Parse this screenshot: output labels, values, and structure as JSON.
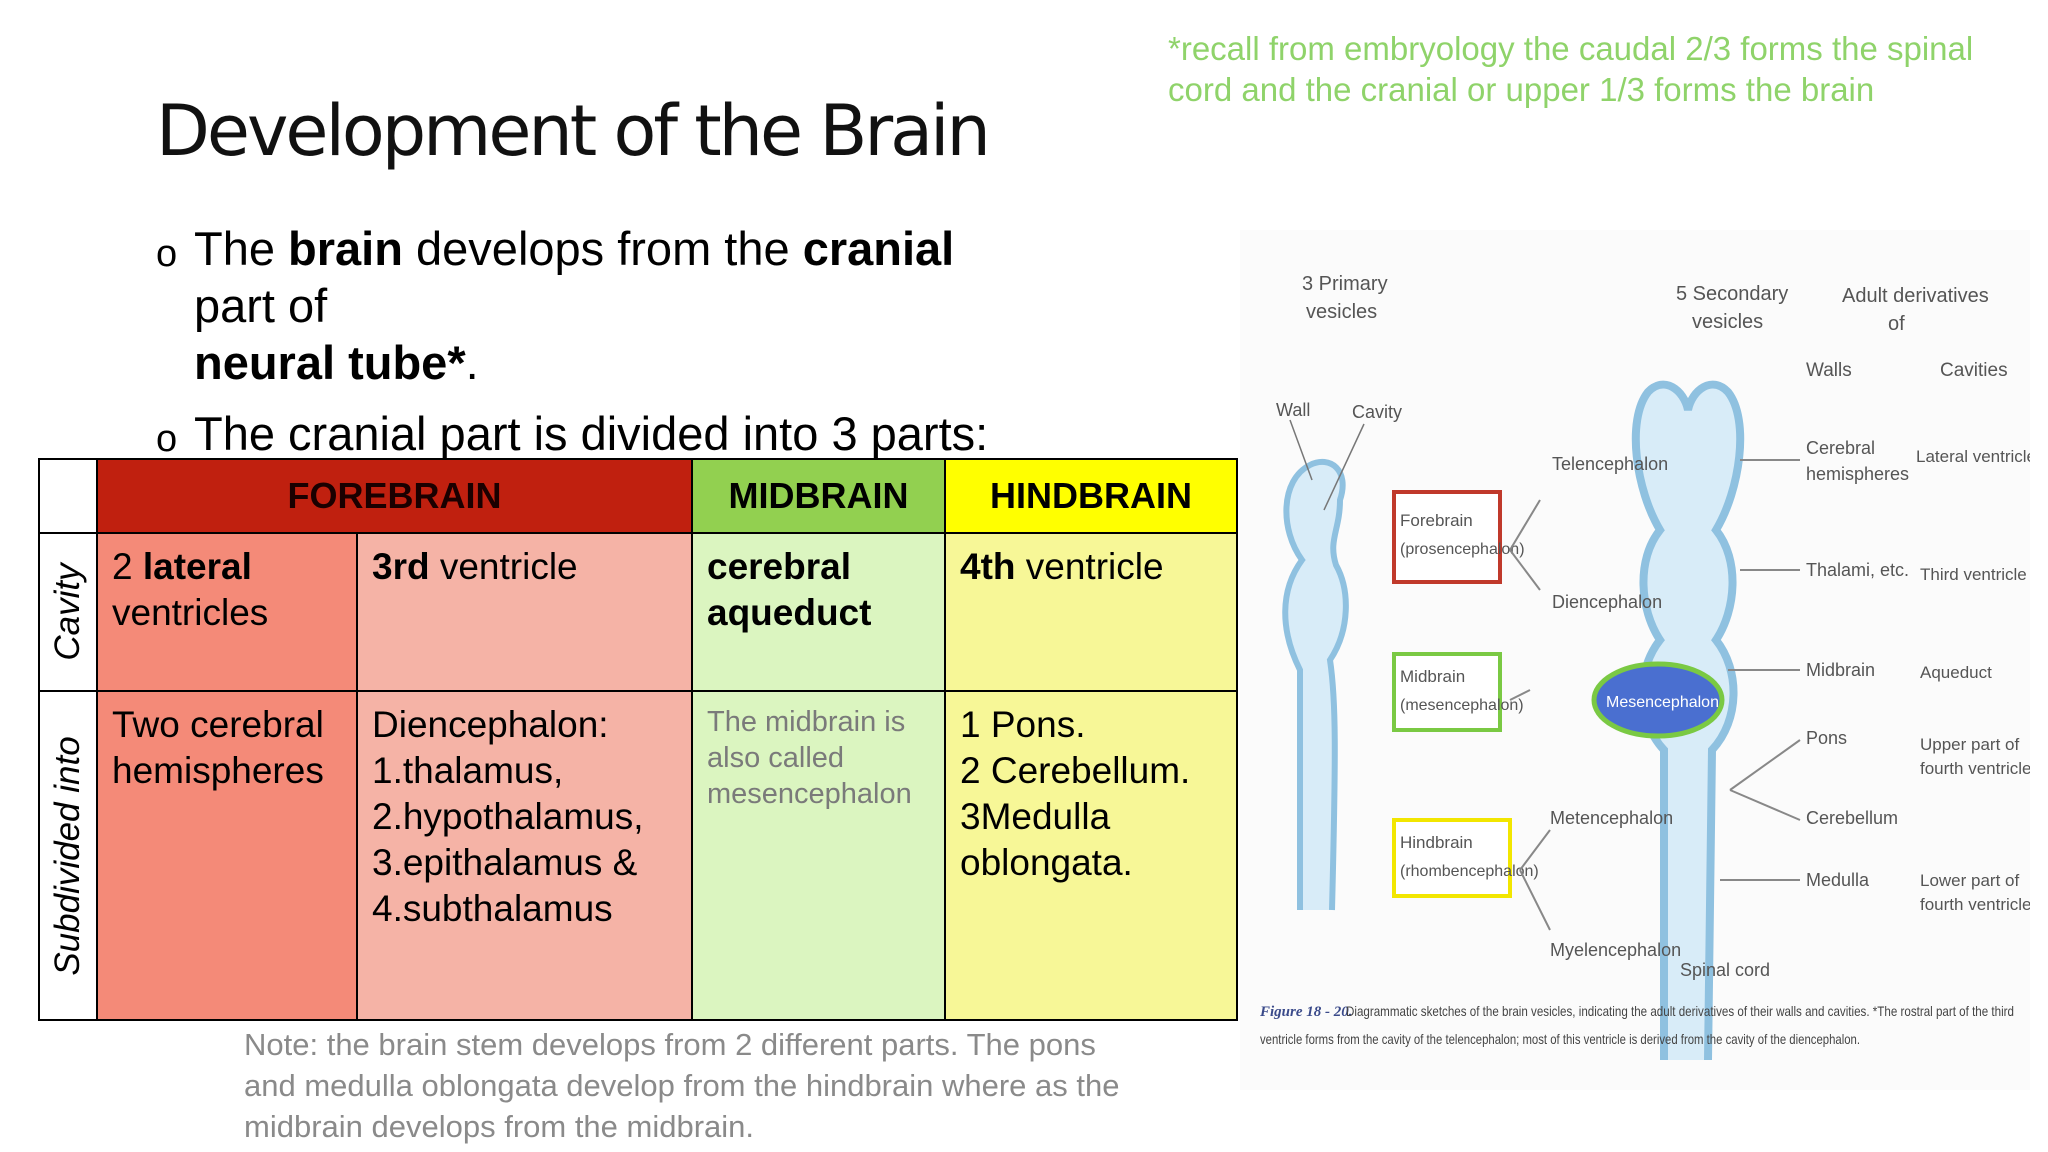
{
  "recall_note": "*recall from embryology the caudal 2/3 forms the spinal cord and the cranial or upper 1/3 forms the brain",
  "title": "Development of the Brain",
  "bullet_marker": "o",
  "bullet1": {
    "t1": "The ",
    "b1": "brain",
    "t2": " develops from the ",
    "b2": "cranial",
    "t3": " part of",
    "b3": "neural tube*",
    "t4": "."
  },
  "bullet2": "The cranial part is divided into 3 parts:",
  "table": {
    "headers": {
      "forebrain": "FOREBRAIN",
      "midbrain": "MIDBRAIN",
      "hindbrain": "HINDBRAIN"
    },
    "header_colors": {
      "forebrain": "#c0200f",
      "midbrain": "#92d050",
      "hindbrain": "#ffff00"
    },
    "row_labels": {
      "cavity": "Cavity",
      "subdivided": "Subdivided into"
    },
    "cavity": {
      "fb1": {
        "num": "2 ",
        "bold": "lateral",
        "rest": "ventricles"
      },
      "fb2": {
        "bold": "3rd",
        "rest": " ventricle"
      },
      "mb": {
        "line1": "cerebral",
        "line2": "aqueduct"
      },
      "hb": {
        "bold": "4th",
        "rest": " ventricle"
      }
    },
    "subdivided": {
      "fb1": [
        "Two cerebral",
        "hemispheres"
      ],
      "fb2_heading": "Diencephalon:",
      "fb2_items": [
        {
          "n": "1.",
          "t": "thalamus,"
        },
        {
          "n": "2.",
          "t": "hypothalamus,"
        },
        {
          "n": "3.",
          "t": "epithalamus &"
        },
        {
          "n": "4.",
          "t": "subthalamus"
        }
      ],
      "mb": "The midbrain is also called mesencephalon",
      "hb": [
        "1  Pons.",
        "2  Cerebellum.",
        "3Medulla",
        "oblongata."
      ]
    }
  },
  "bottom_note": "Note: the brain stem develops from 2 different parts. The pons and medulla oblongata develop from the hindbrain where as the midbrain develops from the midbrain.",
  "figure": {
    "col_primary": [
      "3 Primary",
      "vesicles"
    ],
    "col_secondary": [
      "5 Secondary",
      "vesicles"
    ],
    "col_adult": [
      "Adult derivatives",
      "of"
    ],
    "walls": "Walls",
    "cavities": "Cavities",
    "wall": "Wall",
    "cavity": "Cavity",
    "primary": [
      {
        "name": "Forebrain",
        "sub": "(prosencephalon)",
        "color": "#c0392b"
      },
      {
        "name": "Midbrain",
        "sub": "(mesencephalon)",
        "color": "#7ac943"
      },
      {
        "name": "Hindbrain",
        "sub": "(rhombencephalon)",
        "color": "#f2e600"
      }
    ],
    "secondary": [
      "Telencephalon",
      "Diencephalon",
      "Mesencephalon",
      "Metencephalon",
      "Myelencephalon"
    ],
    "spinal_cord": "Spinal cord",
    "walls_list": [
      [
        "Cerebral",
        "hemispheres"
      ],
      [
        "Thalami, etc."
      ],
      [
        "Midbrain"
      ],
      [
        "Pons"
      ],
      [
        "Cerebellum"
      ],
      [
        "Medulla"
      ]
    ],
    "cavities_list": [
      [
        "Lateral ventricles"
      ],
      [
        "Third ventricle"
      ],
      [
        "Aqueduct"
      ],
      [
        "Upper part of",
        "fourth ventricle"
      ],
      [
        "Lower part of",
        "fourth ventricle"
      ]
    ],
    "caption_label": "Figure 18 - 20.",
    "caption_line1": "Diagrammatic sketches of the brain vesicles, indicating the adult derivatives of their walls and cavities. *The rostral part of the third",
    "caption_line2": "ventricle forms from the cavity of the telencephalon; most of this ventricle is derived from the cavity of the diencephalon."
  }
}
